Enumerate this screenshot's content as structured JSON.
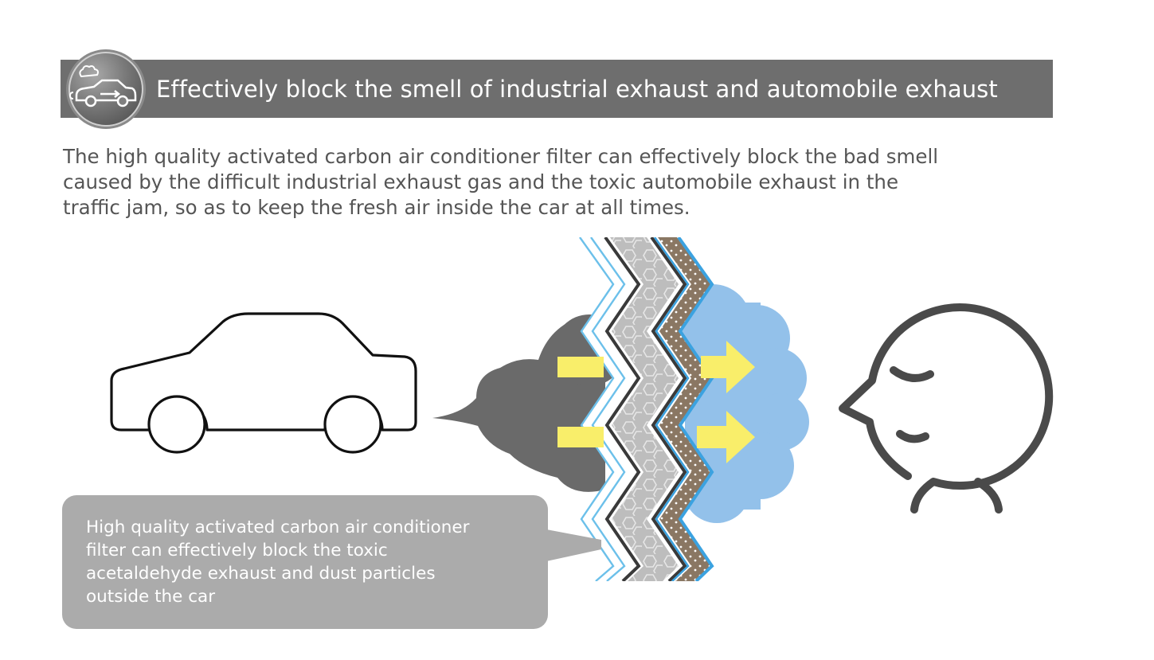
{
  "header": {
    "title": "Effectively block the smell of industrial exhaust and automobile exhaust",
    "badge_icon": "car-exhaust-icon"
  },
  "intro": {
    "lines": [
      "The high quality activated carbon air conditioner filter can effectively block the bad smell",
      "caused by the difficult industrial exhaust gas and the toxic automobile exhaust in the",
      "traffic jam, so as to keep the fresh air inside the car at all times."
    ]
  },
  "callout": {
    "lines": [
      "High quality activated carbon air conditioner",
      "filter can effectively block the toxic",
      "acetaldehyde exhaust and dust particles",
      "outside the car"
    ]
  },
  "icons": [
    "car-outline-icon",
    "exhaust-cloud-icon",
    "airflow-arrow-icon",
    "filter-layers-icon",
    "fresh-air-cloud-icon",
    "person-face-icon"
  ],
  "colors": {
    "banner": "#6e6e6e",
    "exhaust_cloud": "#6a6a6a",
    "fresh_cloud": "#93c1ea",
    "arrow": "#f9ee6a",
    "filter_blue": "#3ba2e0",
    "filter_gray": "#b9b9b9",
    "filter_brown": "#8a7763",
    "callout": "#ababab",
    "text": "#555555"
  }
}
